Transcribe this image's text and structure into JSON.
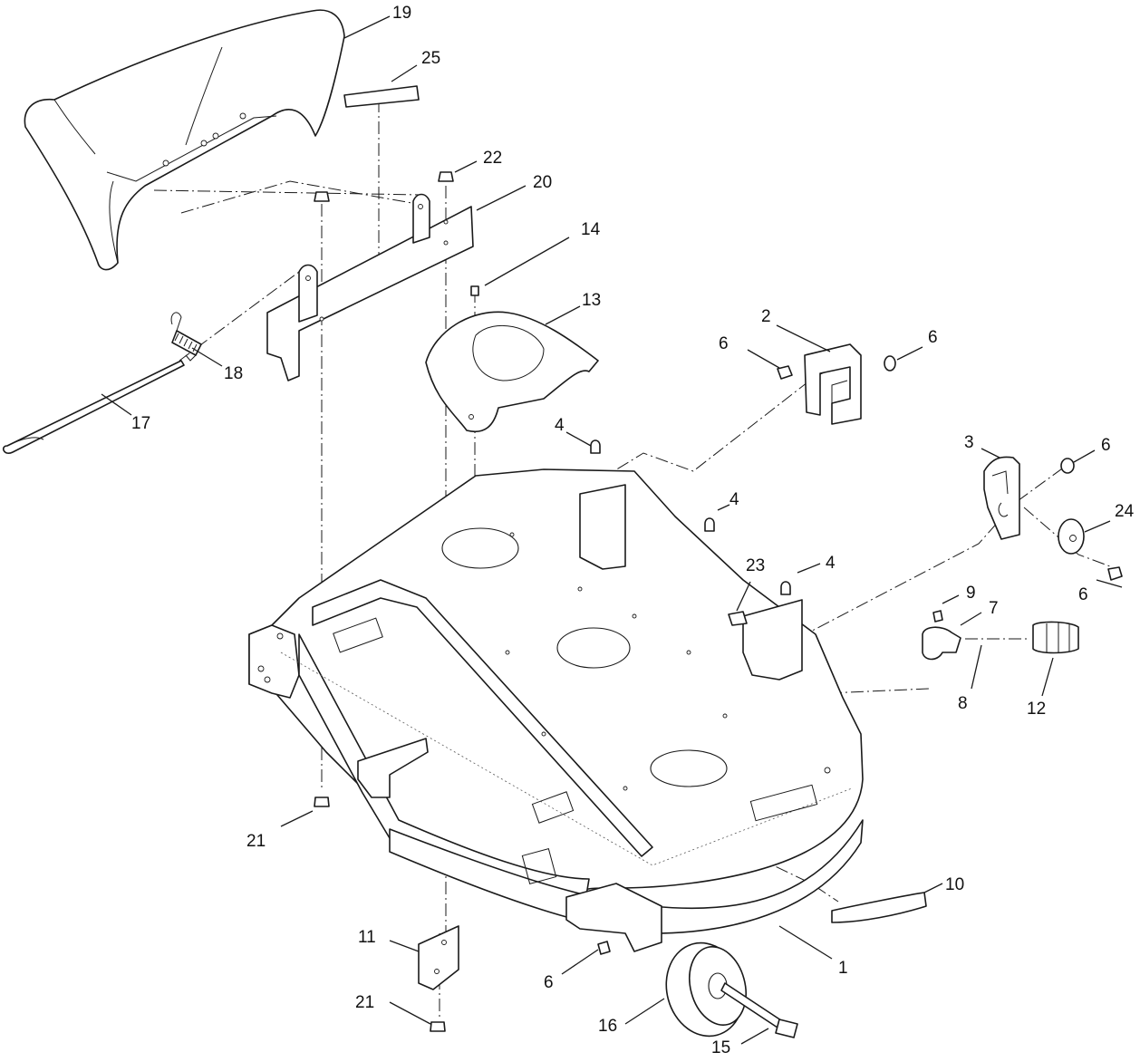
{
  "callouts": [
    {
      "id": "c19a",
      "text": "19"
    },
    {
      "id": "c25",
      "text": "25"
    },
    {
      "id": "c22",
      "text": "22"
    },
    {
      "id": "c20",
      "text": "20"
    },
    {
      "id": "c14",
      "text": "14"
    },
    {
      "id": "c13",
      "text": "13"
    },
    {
      "id": "c18",
      "text": "18"
    },
    {
      "id": "c17",
      "text": "17"
    },
    {
      "id": "c2",
      "text": "2"
    },
    {
      "id": "c6a",
      "text": "6"
    },
    {
      "id": "c6b",
      "text": "6"
    },
    {
      "id": "c4a",
      "text": "4"
    },
    {
      "id": "c3",
      "text": "3"
    },
    {
      "id": "c6c",
      "text": "6"
    },
    {
      "id": "c24",
      "text": "24"
    },
    {
      "id": "c4b",
      "text": "4"
    },
    {
      "id": "c23",
      "text": "23"
    },
    {
      "id": "c4c",
      "text": "4"
    },
    {
      "id": "c9",
      "text": "9"
    },
    {
      "id": "c7",
      "text": "7"
    },
    {
      "id": "c6d",
      "text": "6"
    },
    {
      "id": "c8",
      "text": "8"
    },
    {
      "id": "c12",
      "text": "12"
    },
    {
      "id": "c21a",
      "text": "21"
    },
    {
      "id": "c10",
      "text": "10"
    },
    {
      "id": "c11",
      "text": "11"
    },
    {
      "id": "c1",
      "text": "1"
    },
    {
      "id": "c6e",
      "text": "6"
    },
    {
      "id": "c21b",
      "text": "21"
    },
    {
      "id": "c16",
      "text": "16"
    },
    {
      "id": "c15",
      "text": "15"
    }
  ]
}
